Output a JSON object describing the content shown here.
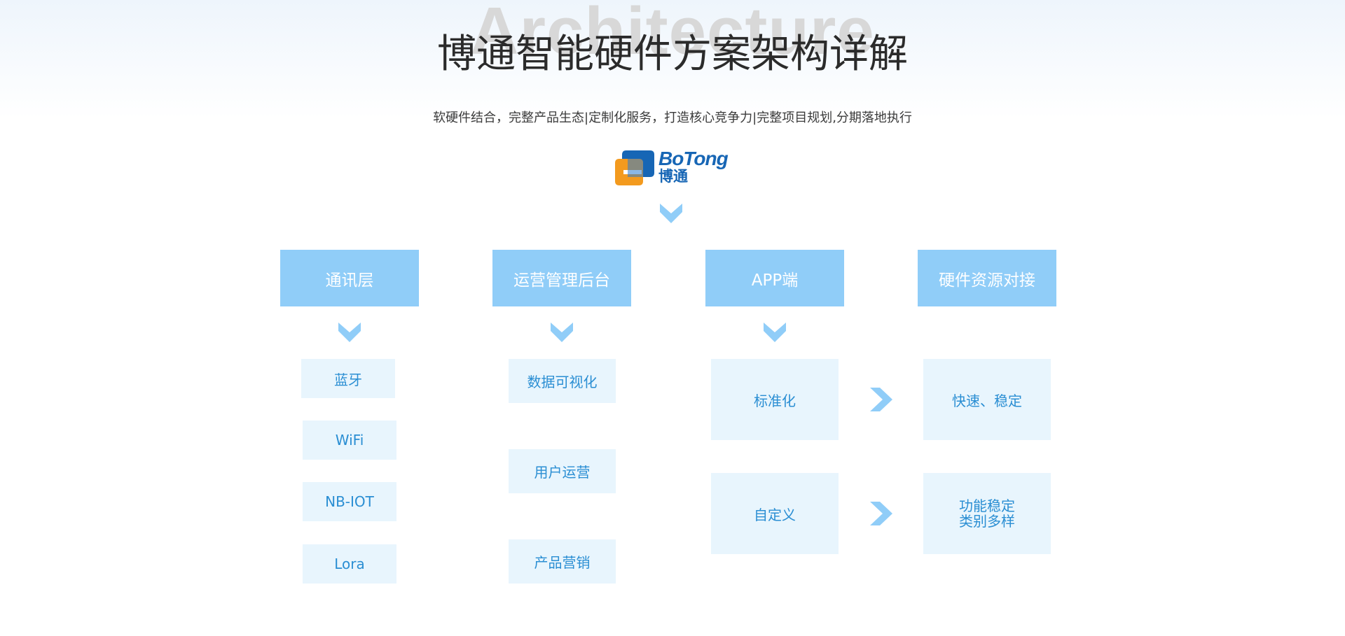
{
  "hero": {
    "watermark": "Architecture",
    "title": "博通智能硬件方案架构详解",
    "subtitle": "软硬件结合，完整产品生态|定制化服务，打造核心竞争力|完整项目规划,分期落地执行"
  },
  "logo": {
    "text_en": "BoTong",
    "text_cn": "博通",
    "colors": {
      "blue": "#1766b5",
      "orange": "#f39a1e"
    }
  },
  "columns": [
    {
      "header": "通讯层",
      "items": [
        "蓝牙",
        "WiFi",
        "NB-IOT",
        "Lora"
      ]
    },
    {
      "header": "运营管理后台",
      "items": [
        "数据可视化",
        "用户运营",
        "产品营销"
      ]
    },
    {
      "header": "APP端",
      "items": [
        "标准化",
        "自定义"
      ]
    },
    {
      "header": "硬件资源对接",
      "items": [
        "快速、稳定",
        [
          "功能稳定",
          "类别多样"
        ]
      ]
    }
  ],
  "colors": {
    "header_bg": "#90cdf8",
    "item_bg": "#e8f5fd",
    "item_text": "#2a8ed3",
    "arrow": "#90cdf8"
  },
  "icons": {
    "down": "chevron-down-icon",
    "right": "chevron-right-icon"
  }
}
